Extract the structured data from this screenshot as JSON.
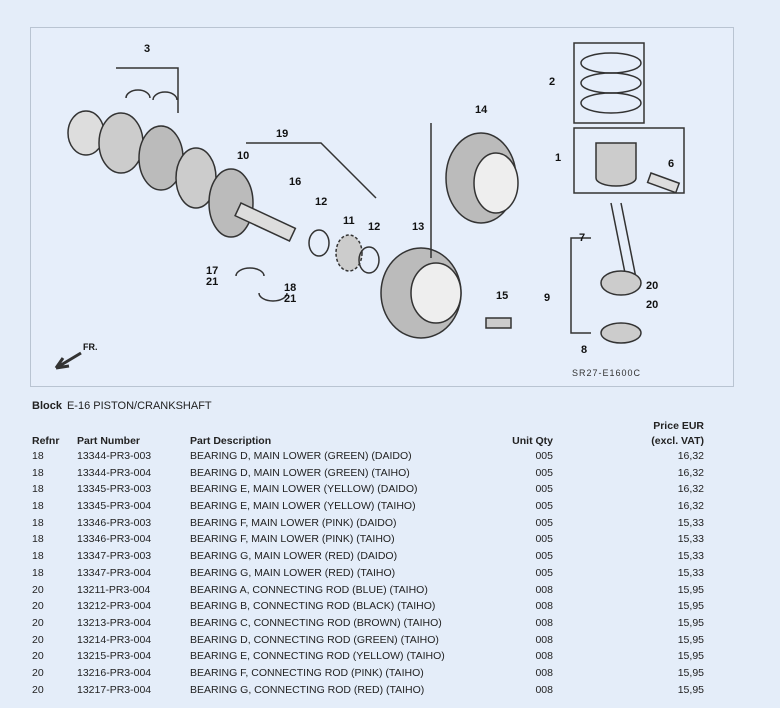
{
  "diagram": {
    "callouts": [
      "3",
      "2",
      "14",
      "1",
      "6",
      "19",
      "10",
      "16",
      "12",
      "11",
      "12",
      "13",
      "7",
      "17",
      "21",
      "18",
      "21",
      "15",
      "20",
      "9",
      "20",
      "8"
    ],
    "direction_label": "FR.",
    "code": "SR27-E1600C"
  },
  "block": {
    "label": "Block",
    "name": "E-16 PISTON/CRANKSHAFT"
  },
  "table": {
    "headers": {
      "refnr": "Refnr",
      "part_number": "Part Number",
      "description": "Part Description",
      "unit_qty": "Unit Qty",
      "price_line1": "Price EUR",
      "price_line2": "(excl. VAT)"
    },
    "rows": [
      {
        "refnr": "18",
        "part_number": "13344-PR3-003",
        "description": "BEARING D, MAIN LOWER (GREEN) (DAIDO)",
        "unit_qty": "005",
        "price": "16,32"
      },
      {
        "refnr": "18",
        "part_number": "13344-PR3-004",
        "description": "BEARING D, MAIN LOWER (GREEN) (TAIHO)",
        "unit_qty": "005",
        "price": "16,32"
      },
      {
        "refnr": "18",
        "part_number": "13345-PR3-003",
        "description": "BEARING E, MAIN LOWER (YELLOW) (DAIDO)",
        "unit_qty": "005",
        "price": "16,32"
      },
      {
        "refnr": "18",
        "part_number": "13345-PR3-004",
        "description": "BEARING E, MAIN LOWER (YELLOW) (TAIHO)",
        "unit_qty": "005",
        "price": "16,32"
      },
      {
        "refnr": "18",
        "part_number": "13346-PR3-003",
        "description": "BEARING F, MAIN LOWER (PINK) (DAIDO)",
        "unit_qty": "005",
        "price": "15,33"
      },
      {
        "refnr": "18",
        "part_number": "13346-PR3-004",
        "description": "BEARING F, MAIN LOWER (PINK) (TAIHO)",
        "unit_qty": "005",
        "price": "15,33"
      },
      {
        "refnr": "18",
        "part_number": "13347-PR3-003",
        "description": "BEARING G, MAIN LOWER (RED) (DAIDO)",
        "unit_qty": "005",
        "price": "15,33"
      },
      {
        "refnr": "18",
        "part_number": "13347-PR3-004",
        "description": "BEARING G, MAIN LOWER (RED) (TAIHO)",
        "unit_qty": "005",
        "price": "15,33"
      },
      {
        "refnr": "20",
        "part_number": "13211-PR3-004",
        "description": "BEARING A, CONNECTING ROD (BLUE) (TAIHO)",
        "unit_qty": "008",
        "price": "15,95"
      },
      {
        "refnr": "20",
        "part_number": "13212-PR3-004",
        "description": "BEARING B, CONNECTING ROD (BLACK) (TAIHO)",
        "unit_qty": "008",
        "price": "15,95"
      },
      {
        "refnr": "20",
        "part_number": "13213-PR3-004",
        "description": "BEARING C, CONNECTING ROD (BROWN) (TAIHO)",
        "unit_qty": "008",
        "price": "15,95"
      },
      {
        "refnr": "20",
        "part_number": "13214-PR3-004",
        "description": "BEARING D, CONNECTING ROD (GREEN) (TAIHO)",
        "unit_qty": "008",
        "price": "15,95"
      },
      {
        "refnr": "20",
        "part_number": "13215-PR3-004",
        "description": "BEARING E, CONNECTING ROD (YELLOW) (TAIHO)",
        "unit_qty": "008",
        "price": "15,95"
      },
      {
        "refnr": "20",
        "part_number": "13216-PR3-004",
        "description": "BEARING F, CONNECTING ROD (PINK) (TAIHO)",
        "unit_qty": "008",
        "price": "15,95"
      },
      {
        "refnr": "20",
        "part_number": "13217-PR3-004",
        "description": "BEARING G, CONNECTING ROD (RED) (TAIHO)",
        "unit_qty": "008",
        "price": "15,95"
      }
    ]
  }
}
